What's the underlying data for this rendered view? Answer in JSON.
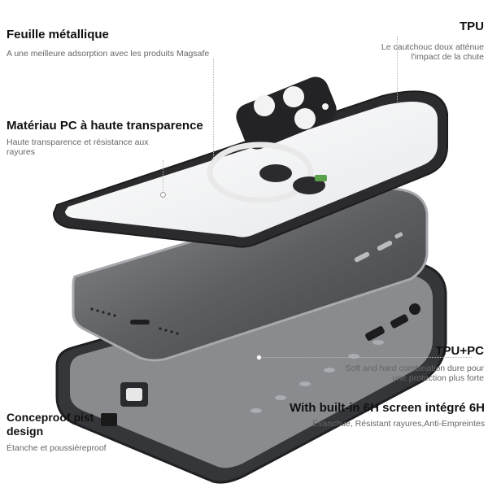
{
  "labels": {
    "feuille": {
      "title": "Feuille métallique",
      "desc": "A une meilleure adsorption avec les produits Magsafe"
    },
    "materiau": {
      "title": "Matériau PC à haute transparence",
      "desc": "Haute transparence et résistance aux rayures"
    },
    "tpu": {
      "title": "TPU",
      "desc": "Le cautchouc doux atténue l'impact de la chute"
    },
    "tpupc": {
      "title": "TPU+PC",
      "desc": "Soft and hard combination dure pour une protection plus forte"
    },
    "screen": {
      "title": "With built-in 6H screen intégré 6H",
      "desc": "Évanchue, Résistant rayures,Anti-Empreintes"
    },
    "conceproof": {
      "title": "Conceproof pist design",
      "desc": "Étanche et poussièreproof"
    }
  },
  "colors": {
    "case_frame": "#2b2b2d",
    "phone_body": "#5f6063",
    "phone_edge": "#a7a9ad",
    "clear_panel": "#f4f5f6",
    "magsafe_ring": "#e9e9e9"
  },
  "icons": [
    "camera-lens-icon",
    "magsafe-ring-icon",
    "speaker-grill-icon",
    "usb-port-icon",
    "volume-button-icon",
    "lanyard-clip-icon"
  ]
}
